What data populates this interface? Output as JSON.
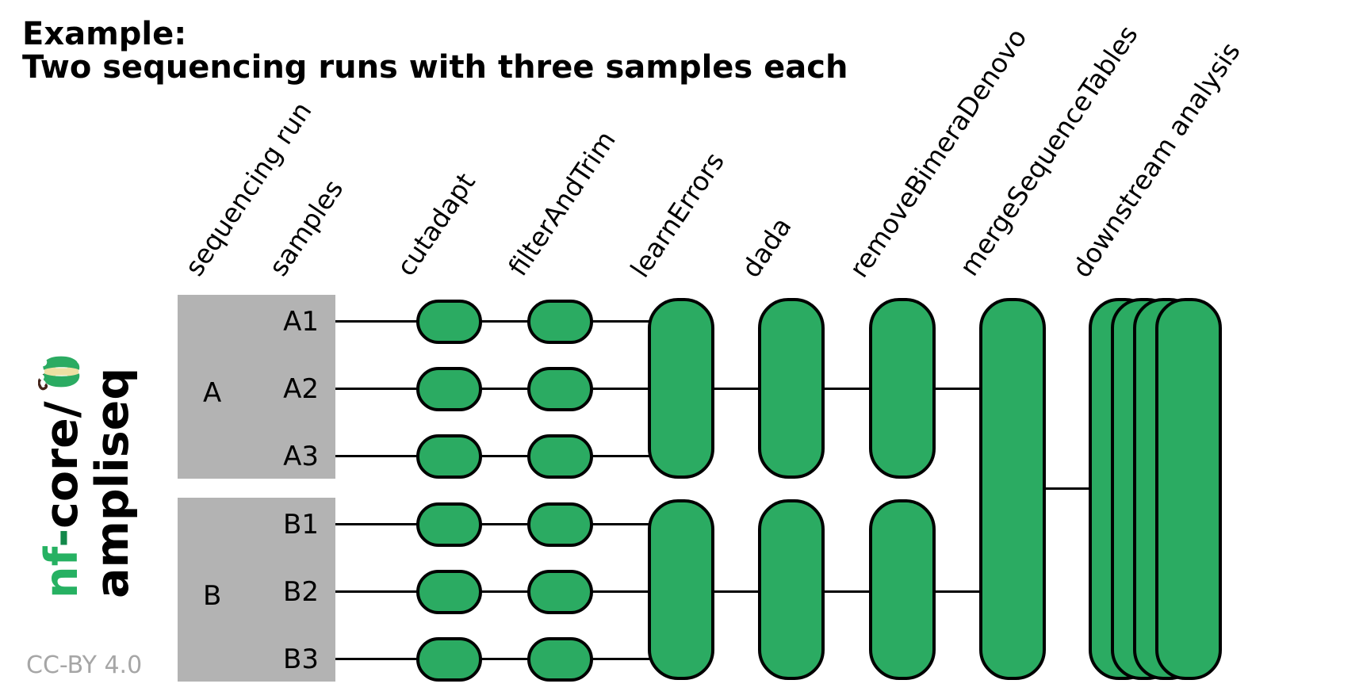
{
  "title": {
    "line1": "Example:",
    "line2": "Two sequencing runs with three samples each"
  },
  "brand": {
    "prefix_green": "nf",
    "hyphen": "-",
    "prefix_black": "core/",
    "pipeline": "ampliseq",
    "logo_icon": "apple-core-icon"
  },
  "license": {
    "text": "CC-BY 4.0"
  },
  "columns": [
    {
      "id": "sequencing-run",
      "label": "sequencing run"
    },
    {
      "id": "samples",
      "label": "samples"
    },
    {
      "id": "cutadapt",
      "label": "cutadapt"
    },
    {
      "id": "filterAndTrim",
      "label": "filterAndTrim"
    },
    {
      "id": "learnErrors",
      "label": "learnErrors"
    },
    {
      "id": "dada",
      "label": "dada"
    },
    {
      "id": "removeBimeraDenovo",
      "label": "removeBimeraDenovo"
    },
    {
      "id": "mergeSequenceTables",
      "label": "mergeSequenceTables"
    },
    {
      "id": "downstream-analysis",
      "label": "downstream analysis"
    }
  ],
  "runs": [
    {
      "name": "A",
      "samples": [
        "A1",
        "A2",
        "A3"
      ]
    },
    {
      "name": "B",
      "samples": [
        "B1",
        "B2",
        "B3"
      ]
    }
  ],
  "colors": {
    "process_green": "#2BAB62",
    "run_box_gray": "#B3B3B3",
    "outline_black": "#000000",
    "brand_green": "#26B162",
    "brand_hyphen_green": "#12884A",
    "apple_core_cream": "#EDE0A3",
    "apple_stem_brown": "#44241A",
    "license_gray": "#A6A6A6"
  }
}
